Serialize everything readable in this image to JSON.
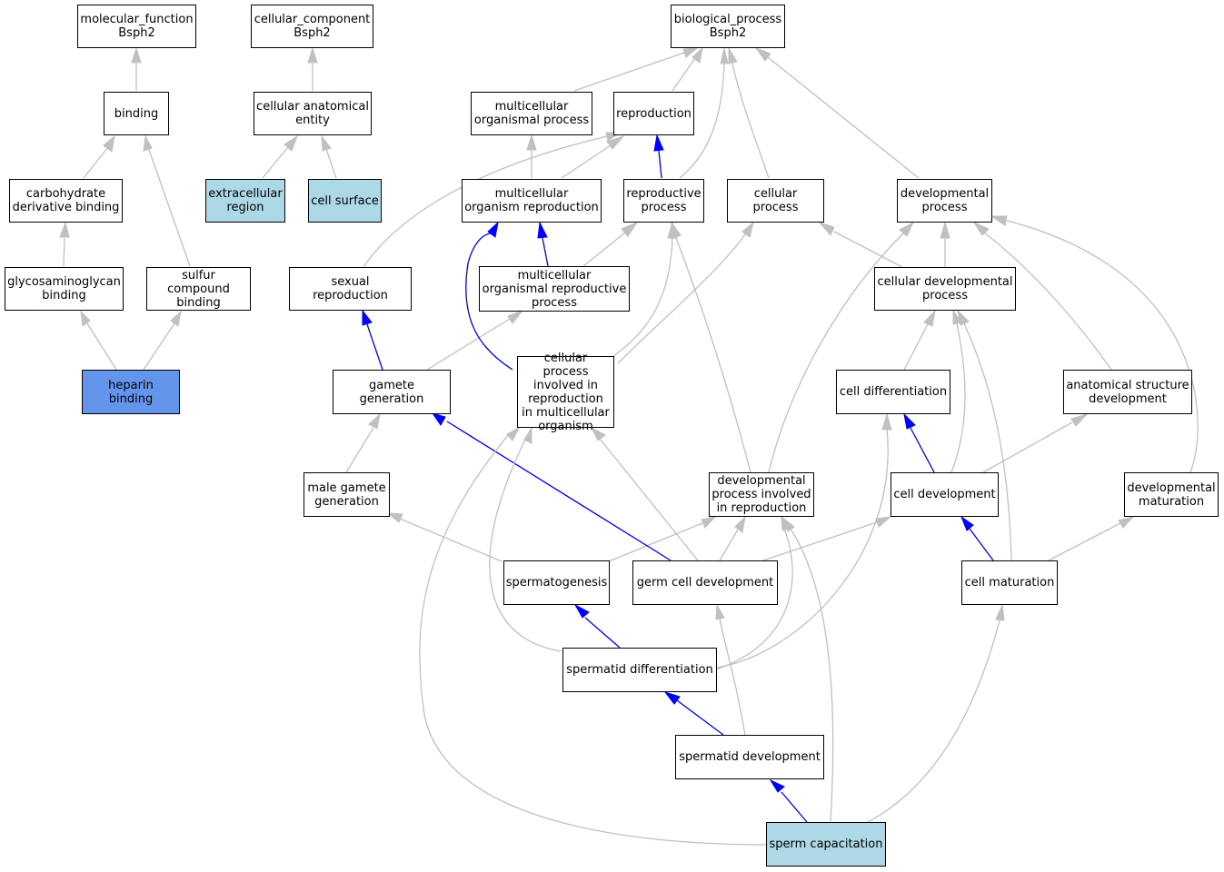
{
  "colors": {
    "gray_edge": "#c0c0c0",
    "blue_edge": "#0000ff",
    "highlight_light": "#add8e6",
    "highlight_blue": "#6495ed"
  },
  "nodes": {
    "mf": "molecular_function\nBsph2",
    "cc": "cellular_component\nBsph2",
    "bp": "biological_process\nBsph2",
    "binding": "binding",
    "cae": "cellular anatomical\nentity",
    "mop": "multicellular\norganismal process",
    "repro": "reproduction",
    "cdb": "carbohydrate\nderivative binding",
    "er": "extracellular\nregion",
    "cs": "cell surface",
    "mor": "multicellular\norganism reproduction",
    "rp": "reproductive\nprocess",
    "cp": "cellular process",
    "dp": "developmental\nprocess",
    "gagb": "glycosaminoglycan\nbinding",
    "scb": "sulfur compound\nbinding",
    "sr": "sexual reproduction",
    "morp": "multicellular\norganismal reproductive\nprocess",
    "cdp": "cellular developmental\nprocess",
    "hb": "heparin binding",
    "gg": "gamete generation",
    "cpir": "cellular process\ninvolved in\nreproduction\nin multicellular\norganism",
    "cdiff": "cell differentiation",
    "asd": "anatomical structure\ndevelopment",
    "mgg": "male gamete\ngeneration",
    "dpir": "developmental\nprocess involved\nin reproduction",
    "cdev": "cell development",
    "dm": "developmental\nmaturation",
    "sg": "spermatogenesis",
    "gcd": "germ cell development",
    "cm": "cell maturation",
    "sd": "spermatid differentiation",
    "sdev": "spermatid development",
    "scap": "sperm capacitation"
  }
}
